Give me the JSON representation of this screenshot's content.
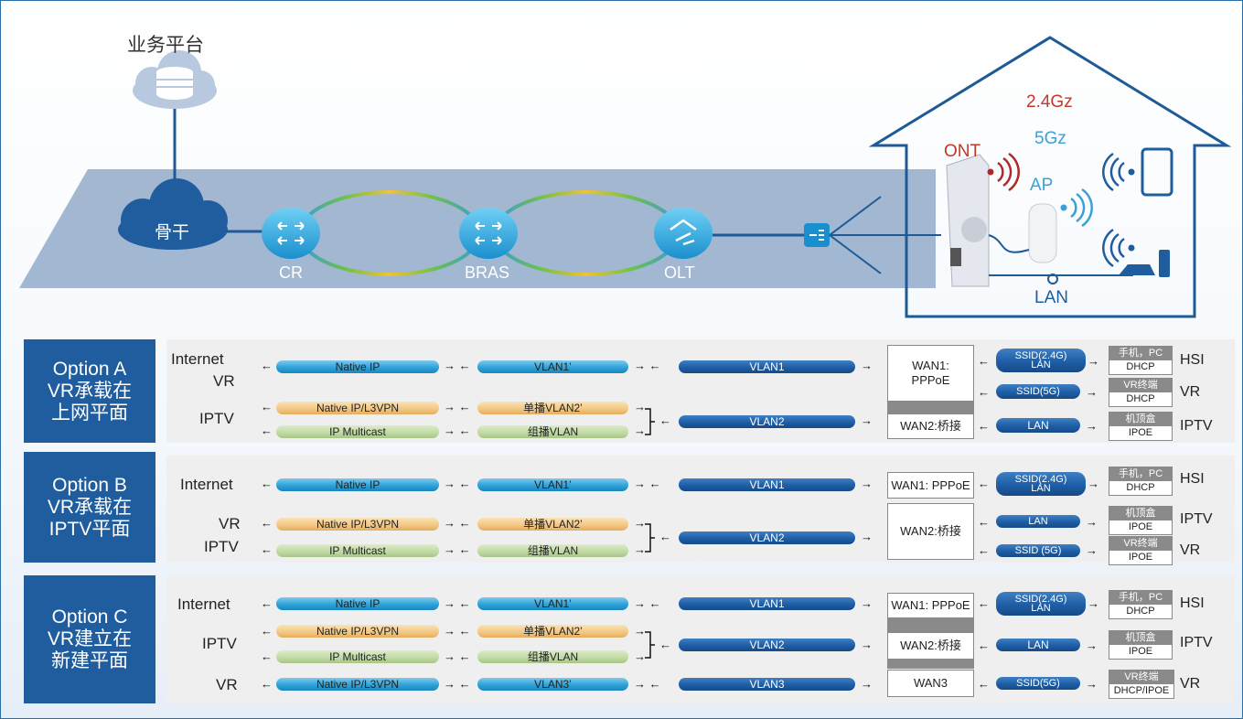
{
  "top": {
    "platform": "业务平台",
    "backbone": "骨干",
    "cr": "CR",
    "bras": "BRAS",
    "olt": "OLT",
    "ont": "ONT",
    "ap": "AP",
    "lan": "LAN",
    "freq24": "2.4Gz",
    "freq5": "5Gz"
  },
  "options": [
    {
      "title": [
        "Option A",
        "VR承载在",
        "上网平面"
      ],
      "services": [
        "Internet",
        "VR",
        "IPTV"
      ],
      "pipes": {
        "r1": [
          "Native IP",
          "VLAN1’",
          "VLAN1"
        ],
        "r2": [
          "Native IP/L3VPN",
          "单播VLAN2’"
        ],
        "r3": [
          "IP Multicast",
          "组播VLAN",
          "VLAN2"
        ]
      },
      "wans": [
        "WAN1:\nPPPoE",
        "WAN2:桥接"
      ],
      "links": [
        "SSID(2.4G)\nLAN",
        "SSID(5G)",
        "LAN"
      ],
      "devices": [
        [
          "手机，PC",
          "DHCP"
        ],
        [
          "VR终端",
          "DHCP"
        ],
        [
          "机顶盒",
          "IPOE"
        ]
      ],
      "results": [
        "HSI",
        "VR",
        "IPTV"
      ]
    },
    {
      "title": [
        "Option B",
        "VR承载在",
        "IPTV平面"
      ],
      "services": [
        "Internet",
        "VR",
        "IPTV"
      ],
      "pipes": {
        "r1": [
          "Native IP",
          "VLAN1’",
          "VLAN1"
        ],
        "r2": [
          "Native IP/L3VPN",
          "单播VLAN2’"
        ],
        "r3": [
          "IP Multicast",
          "组播VLAN",
          "VLAN2"
        ]
      },
      "wans": [
        "WAN1: PPPoE",
        "WAN2:桥接"
      ],
      "links": [
        "SSID(2.4G)\nLAN",
        "LAN",
        "SSID (5G)"
      ],
      "devices": [
        [
          "手机，PC",
          "DHCP"
        ],
        [
          "机顶盒",
          "IPOE"
        ],
        [
          "VR终端",
          "IPOE"
        ]
      ],
      "results": [
        "HSI",
        "IPTV",
        "VR"
      ]
    },
    {
      "title": [
        "Option C",
        "VR建立在",
        "新建平面"
      ],
      "services": [
        "Internet",
        "IPTV",
        "VR"
      ],
      "pipes": {
        "r1": [
          "Native IP",
          "VLAN1’",
          "VLAN1"
        ],
        "r2": [
          "Native IP/L3VPN",
          "单播VLAN2’",
          "VLAN2"
        ],
        "r3": [
          "IP Multicast",
          "组播VLAN"
        ],
        "r4": [
          "Native IP/L3VPN",
          "VLAN3’",
          "VLAN3"
        ]
      },
      "wans": [
        "WAN1: PPPoE",
        "WAN2:桥接",
        "WAN3"
      ],
      "links": [
        "SSID(2.4G)\nLAN",
        "LAN",
        "SSID(5G)"
      ],
      "devices": [
        [
          "手机，PC",
          "DHCP"
        ],
        [
          "机顶盒",
          "IPOE"
        ],
        [
          "VR终端",
          "DHCP/IPOE"
        ]
      ],
      "results": [
        "HSI",
        "IPTV",
        "VR"
      ]
    }
  ],
  "colors": {
    "option_bg": "#1f5d9e",
    "pipe_blue": "#2ea3d8",
    "pipe_dark": "#1e5ea6",
    "pipe_orange": "#f2c783",
    "pipe_green": "#bfd9a3",
    "freq24": "#c0392b",
    "freq5": "#3aa0d8",
    "ont_text": "#c0392b",
    "ap_text": "#3aa0d8"
  }
}
